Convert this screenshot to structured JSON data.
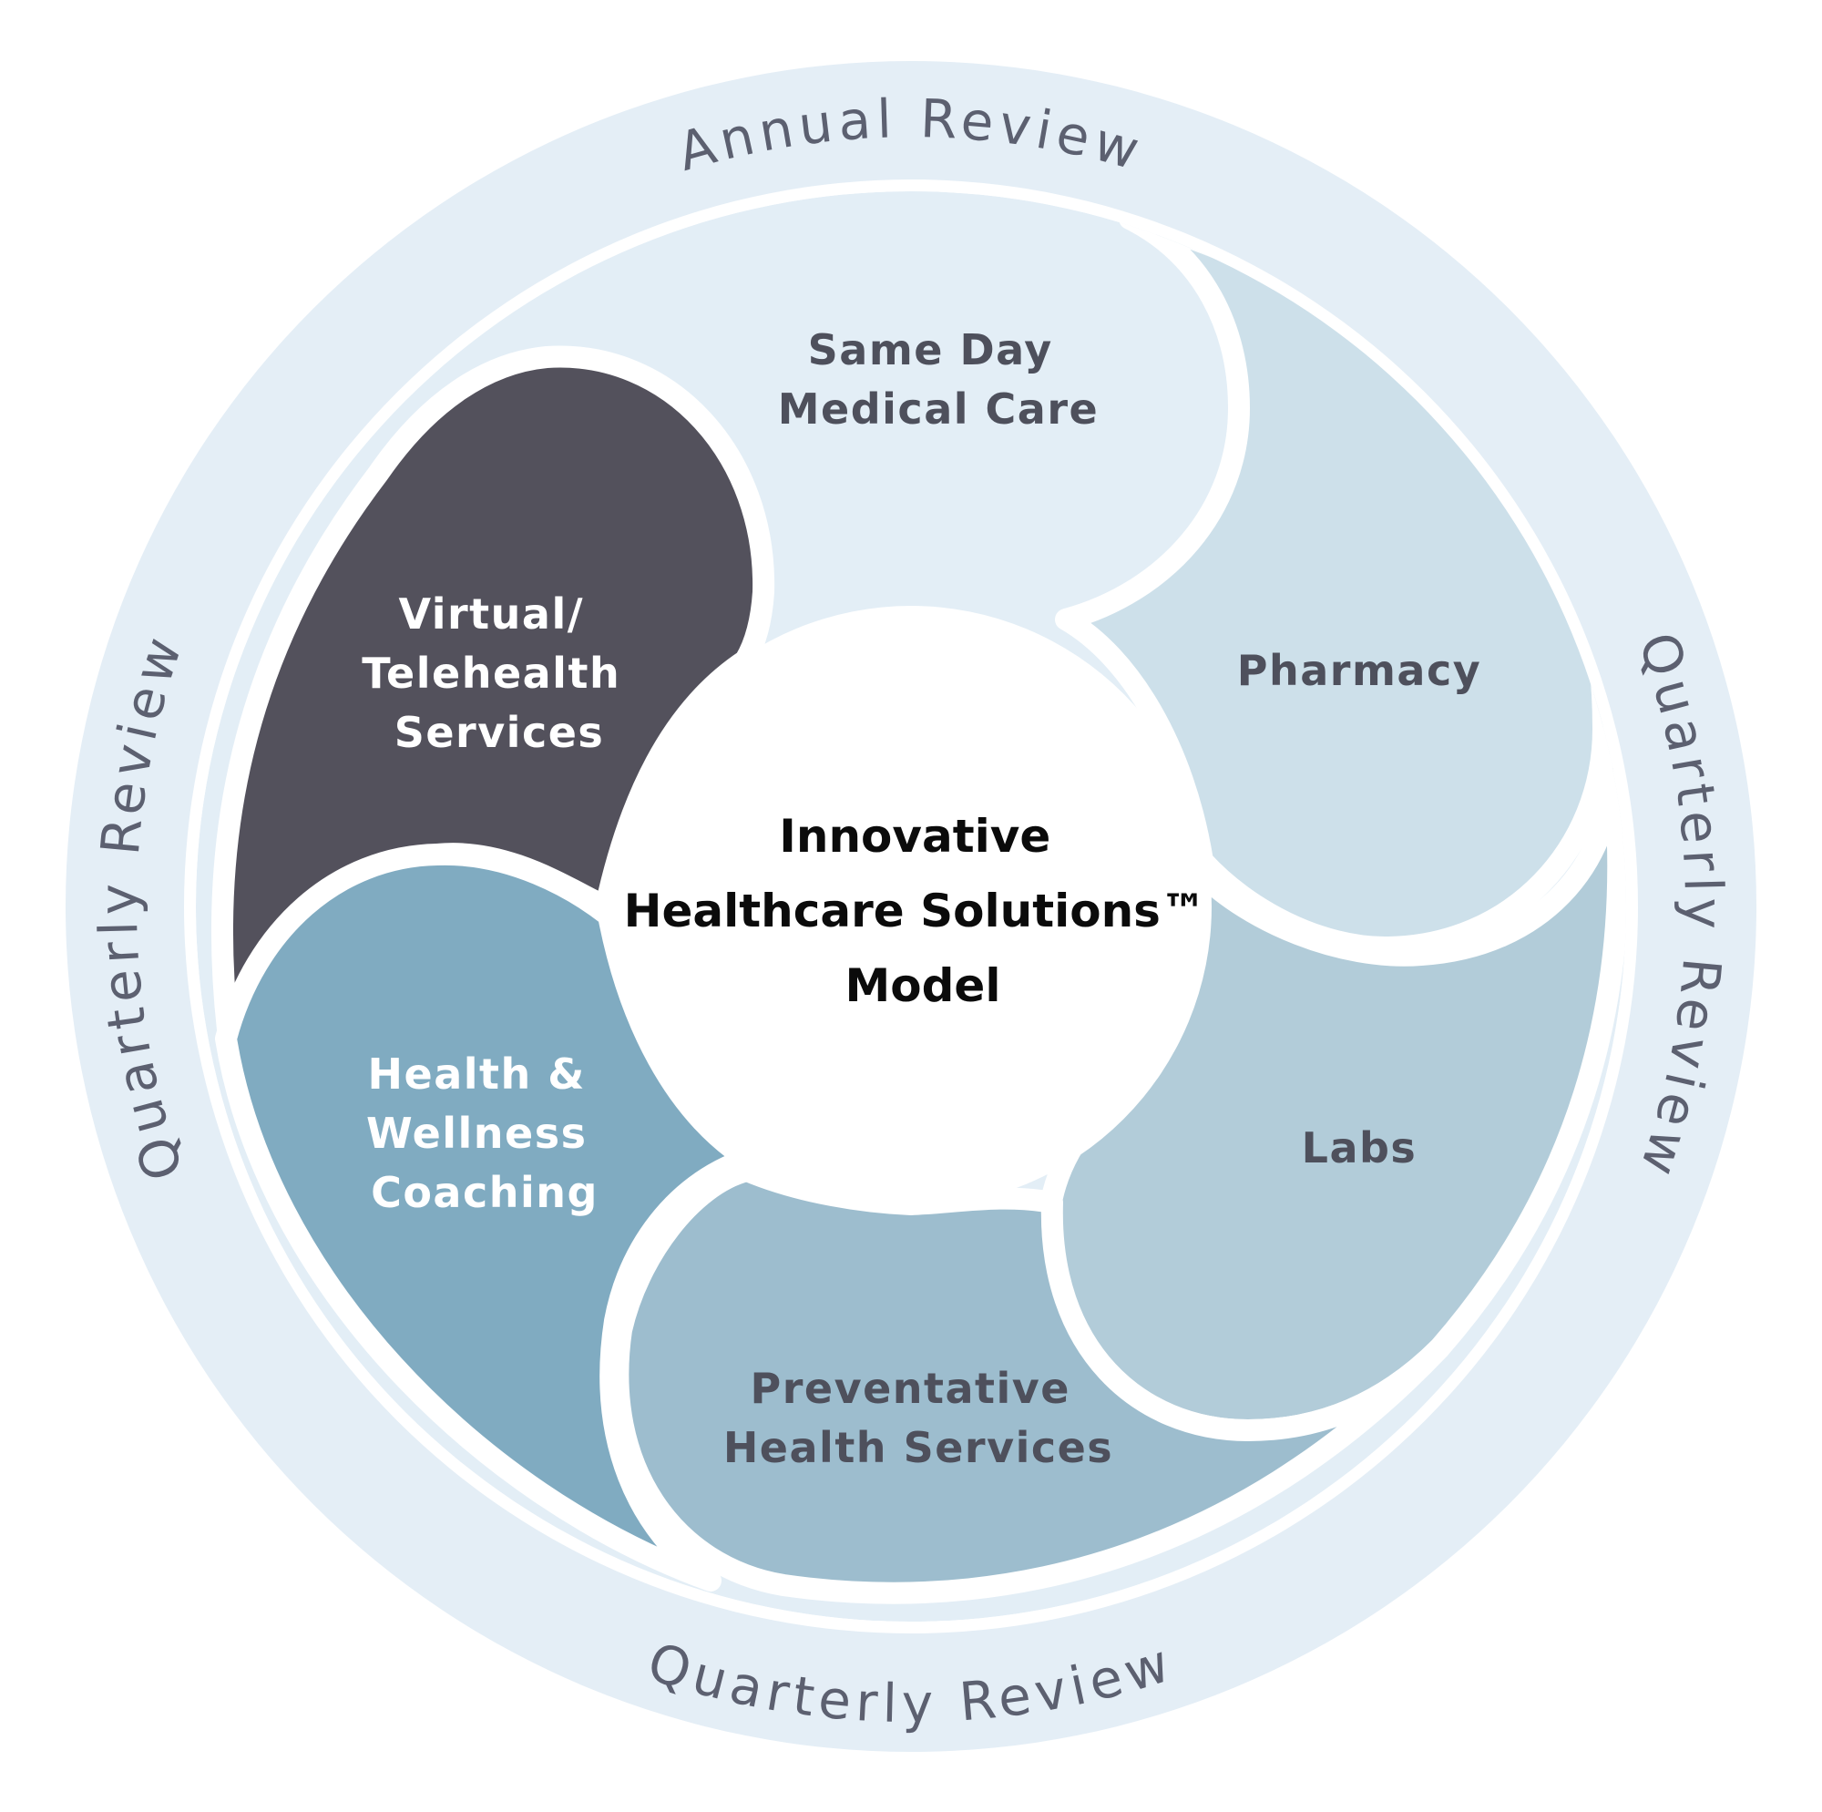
{
  "colors": {
    "outer_ring": "#e4eef6",
    "same_day": "#e3eef6",
    "pharmacy": "#cde0ea",
    "labs": "#b2ccd9",
    "preventative": "#9dbdce",
    "health_wellness": "#80abc1",
    "virtual": "#53515c",
    "center": "#ffffff",
    "dark_text": "#4e505c",
    "light_text": "#ffffff",
    "ring_text": "#5c6070"
  },
  "ring": {
    "top_label": "Annual Review",
    "right_label": "Quarterly Review",
    "bottom_label": "Quarterly Review",
    "left_label": "Quarterly Review"
  },
  "center": {
    "line1": "Innovative",
    "line2": "Healthcare Solutions™",
    "line3": "Model"
  },
  "segments": {
    "same_day": {
      "line1": "Same Day",
      "line2": "Medical Care"
    },
    "pharmacy": {
      "line1": "Pharmacy"
    },
    "labs": {
      "line1": "Labs"
    },
    "preventative": {
      "line1": "Preventative",
      "line2": "Health Services"
    },
    "health_wellness": {
      "line1": "Health &",
      "line2": "Wellness",
      "line3": "Coaching"
    },
    "virtual": {
      "line1": "Virtual/",
      "line2": "Telehealth",
      "line3": "Services"
    }
  }
}
